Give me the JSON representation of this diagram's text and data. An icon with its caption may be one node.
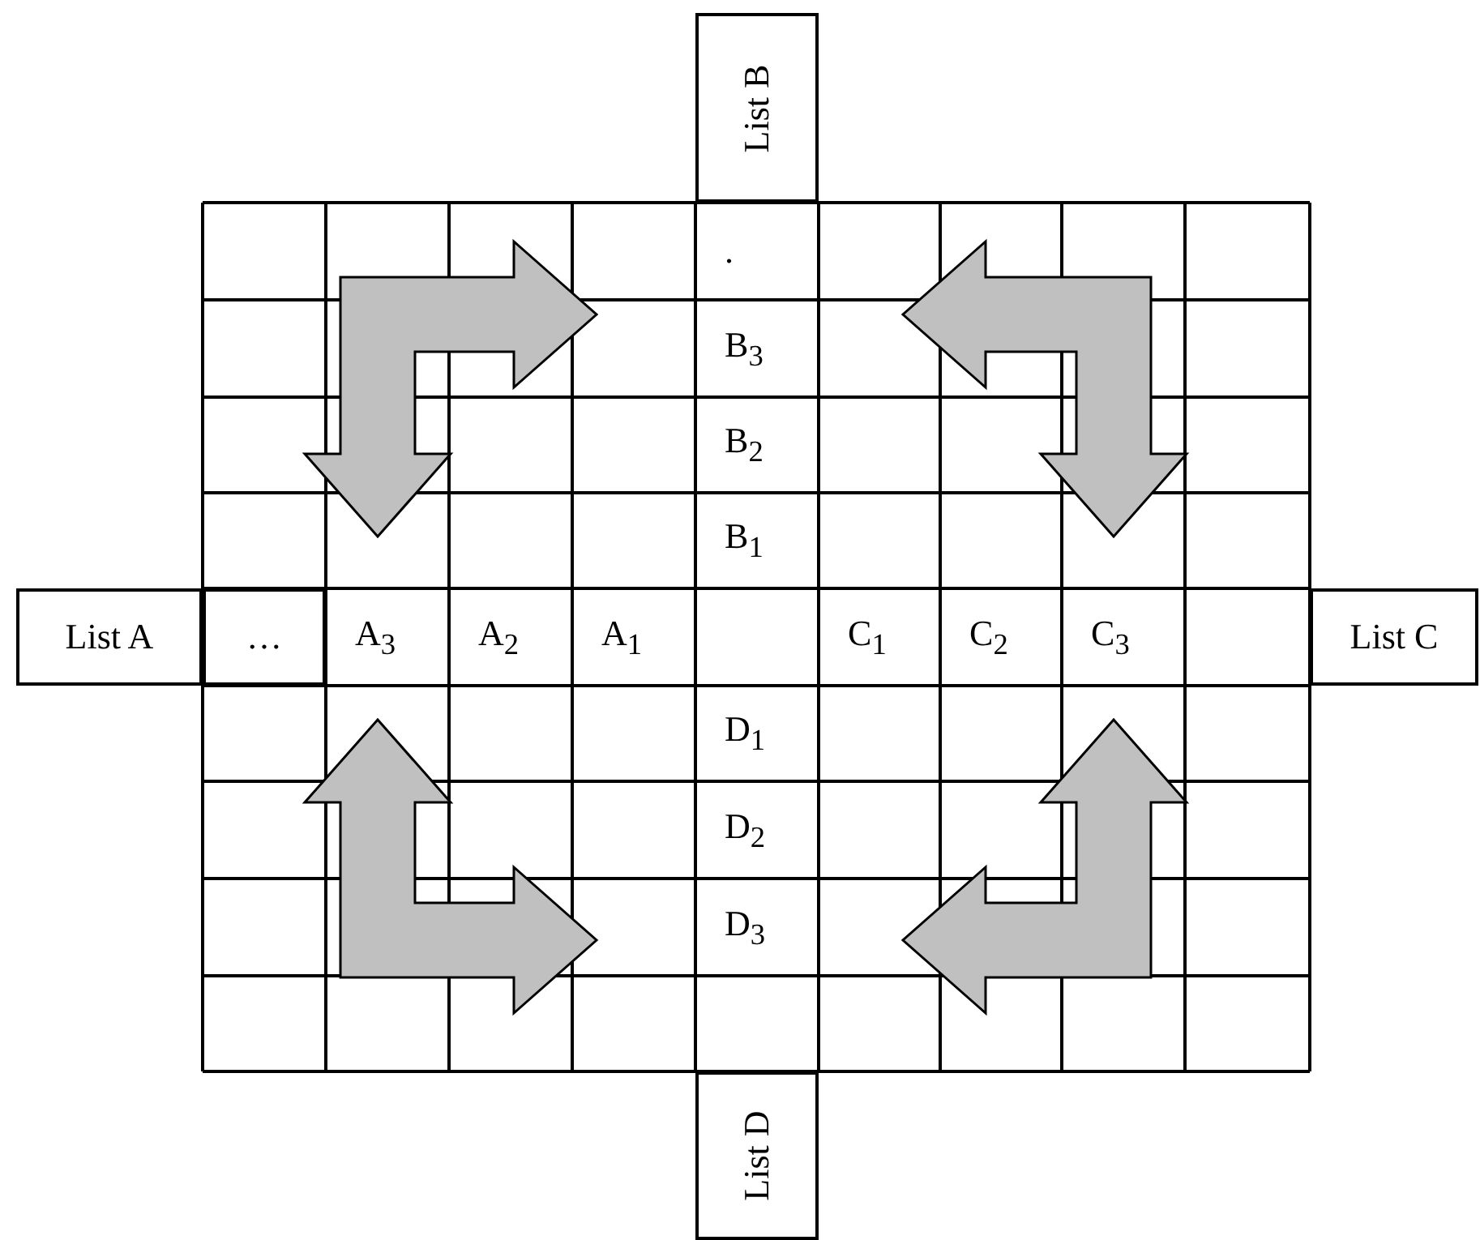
{
  "diagram": {
    "nodes": [
      {
        "text": [
          "List B"
        ]
      },
      {
        "text": [
          "."
        ]
      },
      {
        "text": [
          "B$_{3}$"
        ]
      },
      {
        "text": [
          "B$_{2}$"
        ]
      },
      {
        "text": [
          "B$_{1}$"
        ]
      },
      {
        "text": [
          "List A"
        ]
      },
      {
        "text": [
          "…"
        ]
      },
      {
        "text": [
          "A$_{3}$"
        ]
      },
      {
        "text": [
          "A$_{2}$"
        ]
      },
      {
        "text": [
          "A$_{1}$"
        ]
      },
      {
        "text": [
          "C$_{1}$"
        ]
      },
      {
        "text": [
          "C$_{2}$"
        ]
      },
      {
        "text": [
          "C$_{3}$"
        ]
      },
      {
        "text": [
          "List C"
        ]
      },
      {
        "text": [
          "D$_{1}$"
        ]
      },
      {
        "text": [
          "D$_{2}$"
        ]
      },
      {
        "text": [
          "D$_{3}$"
        ]
      },
      {
        "text": [
          "List D"
        ]
      }
    ],
    "edges": [
      {
        "from": 7,
        "to": 2,
        "arrow": "both"
      },
      {
        "from": 2,
        "to": 12,
        "arrow": "both"
      },
      {
        "from": 7,
        "to": 16,
        "arrow": "both"
      },
      {
        "from": 12,
        "to": 16,
        "arrow": "both"
      }
    ]
  }
}
